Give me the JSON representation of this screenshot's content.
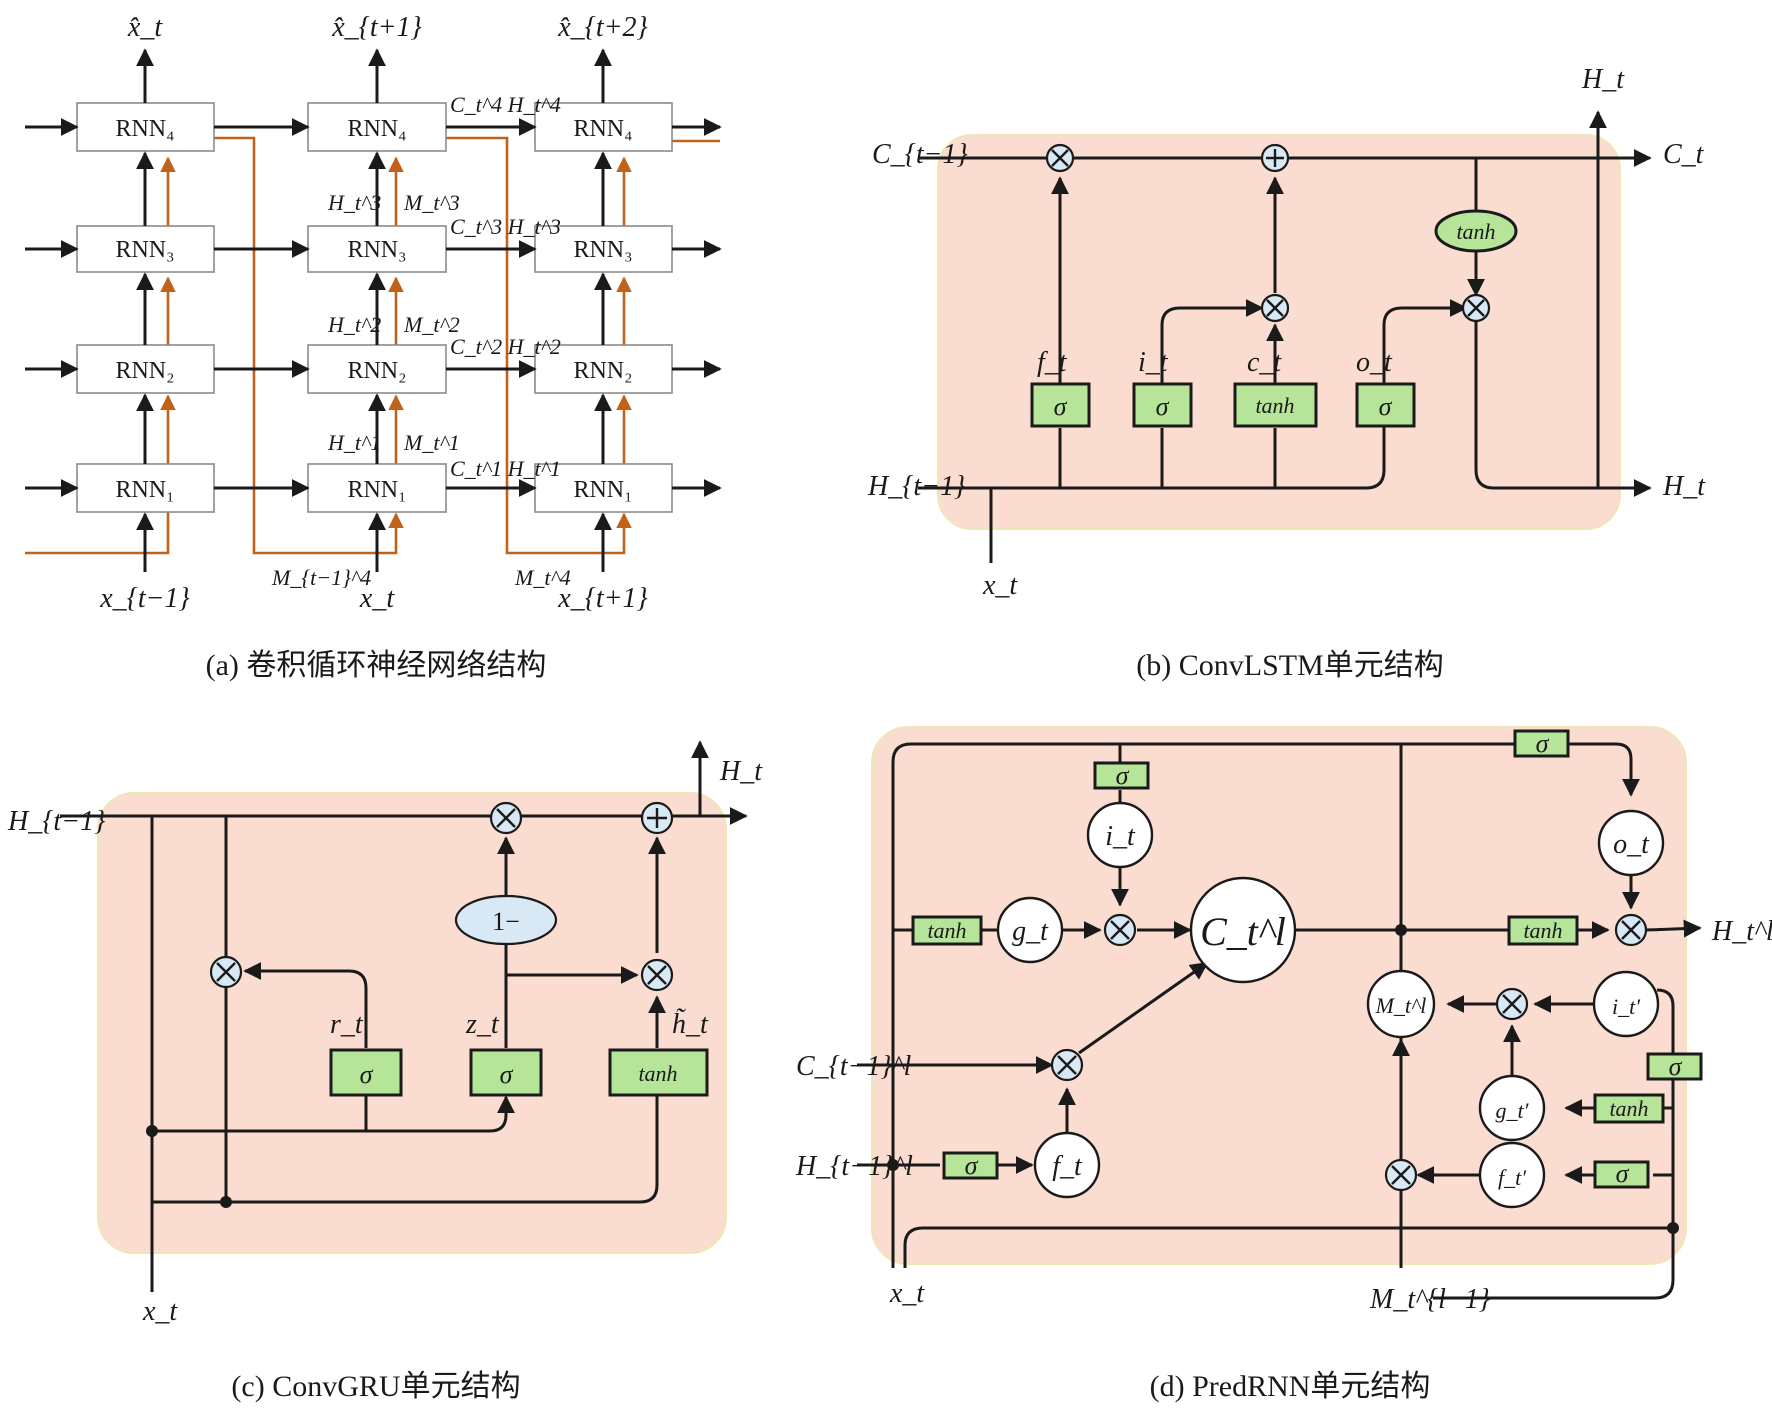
{
  "captions": {
    "a": "(a) 卷积循环神经网络结构",
    "b": "(b) ConvLSTM单元结构",
    "c": "(c) ConvGRU单元结构",
    "d": "(d) PredRNN单元结构"
  },
  "panel_a": {
    "layers": [
      "RNN₄",
      "RNN₃",
      "RNN₂",
      "RNN₁"
    ],
    "inputs": [
      "x_{t−1}",
      "x_t",
      "x_{t+1}"
    ],
    "outputs": [
      "x̂_t",
      "x̂_{t+1}",
      "x̂_{t+2}"
    ],
    "hidden_labels": [
      "H_t^3",
      "H_t^2",
      "H_t^1"
    ],
    "memory_labels": [
      "M_t^3",
      "M_t^2",
      "M_t^1"
    ],
    "ch_labels": [
      "C_t^4 H_t^4",
      "C_t^3 H_t^3",
      "C_t^2 H_t^2",
      "C_t^1 H_t^1"
    ],
    "bottom_memory": [
      "M_{t−1}^4",
      "M_t^4"
    ]
  },
  "panel_b": {
    "c_in": "C_{t−1}",
    "c_out": "C_t",
    "h_in": "H_{t−1}",
    "h_out": "H_t",
    "h_top": "H_t",
    "x_in": "x_t",
    "gates": [
      "σ",
      "σ",
      "tanh",
      "σ"
    ],
    "gate_labels": [
      "f_t",
      "i_t",
      "c_t",
      "o_t"
    ],
    "ellipse": "tanh",
    "ops": {
      "mul": "×",
      "add": "+"
    }
  },
  "panel_c": {
    "h_in": "H_{t−1}",
    "h_out": "H_t",
    "x_in": "x_t",
    "gates": [
      "σ",
      "σ",
      "tanh"
    ],
    "gate_labels": [
      "r_t",
      "z_t",
      "h̃_t"
    ],
    "ellipse": "1−"
  },
  "panel_d": {
    "c_in": "C_{t−1}^l",
    "h_in": "H_{t−1}^l",
    "x_in": "x_t",
    "m_in": "M_t^{l−1}",
    "h_out": "H_t^l",
    "cell": "C_t^l",
    "memory": "M_t^l",
    "nodes": [
      "i_t",
      "g_t",
      "f_t",
      "o_t",
      "i_t′",
      "g_t′",
      "f_t′"
    ],
    "gates": [
      "σ",
      "σ",
      "σ",
      "tanh",
      "tanh",
      "tanh",
      "σ",
      "σ"
    ]
  }
}
